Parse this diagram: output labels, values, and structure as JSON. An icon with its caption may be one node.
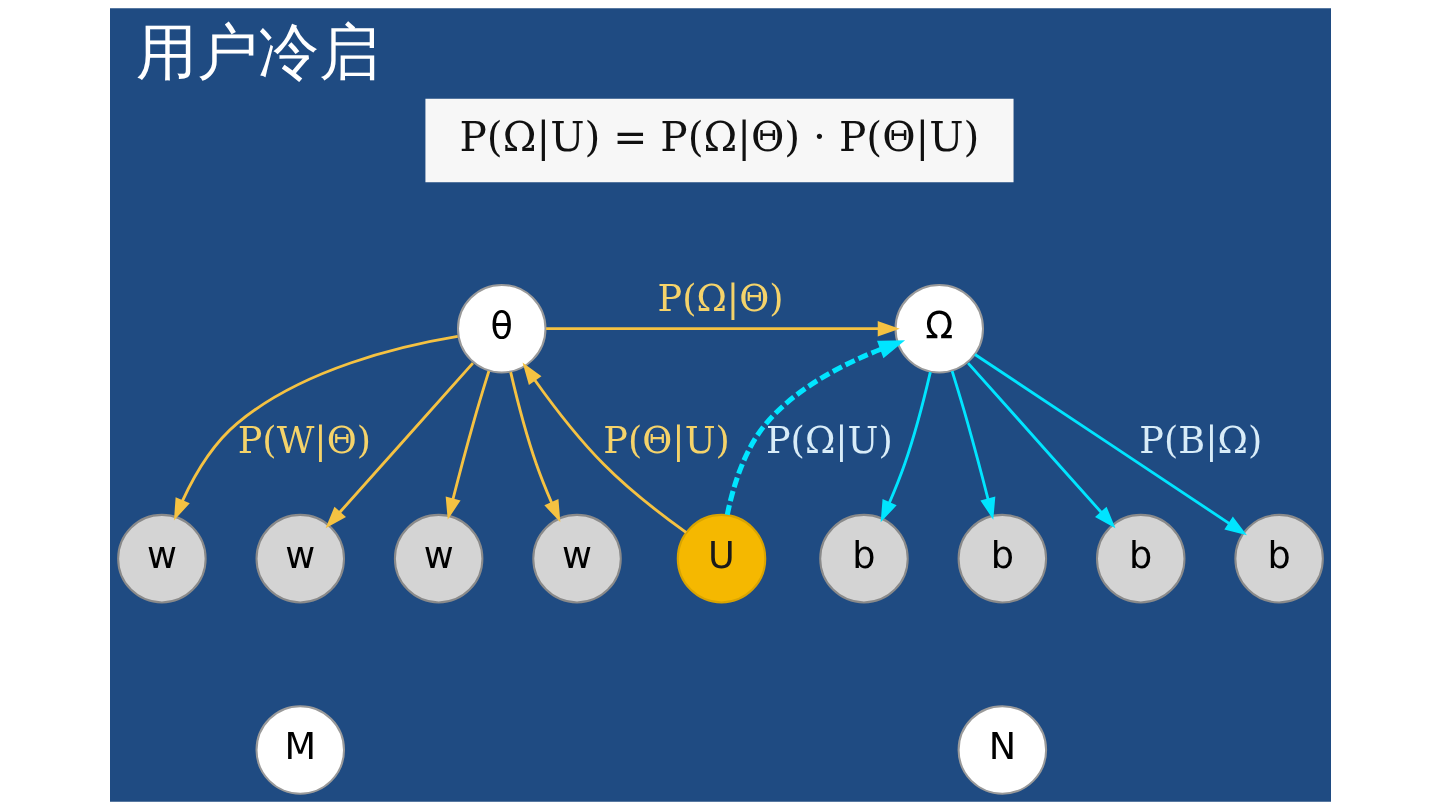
{
  "diagram": {
    "title": "用户冷启",
    "nodes": [
      {
        "text": [
          "θ"
        ]
      },
      {
        "text": [
          "Ω"
        ]
      },
      {
        "text": [
          "w"
        ]
      },
      {
        "text": [
          "w"
        ]
      },
      {
        "text": [
          "w"
        ]
      },
      {
        "text": [
          "w"
        ]
      },
      {
        "text": [
          "U"
        ]
      },
      {
        "text": [
          "b"
        ]
      },
      {
        "text": [
          "b"
        ]
      },
      {
        "text": [
          "b"
        ]
      },
      {
        "text": [
          "b"
        ]
      },
      {
        "text": [
          "M"
        ]
      },
      {
        "text": [
          "N"
        ]
      },
      {
        "text": [
          "P(Ω|U) = P(Ω|Θ) · P(Θ|U)"
        ]
      }
    ],
    "edges": [
      {
        "from": 0,
        "to": 1,
        "arrow": "to",
        "label": "P(Ω|Θ)"
      },
      {
        "from": 0,
        "to": 2,
        "arrow": "to",
        "label": "P(W|Θ)"
      },
      {
        "from": 0,
        "to": 3,
        "arrow": "to"
      },
      {
        "from": 0,
        "to": 4,
        "arrow": "to"
      },
      {
        "from": 0,
        "to": 5,
        "arrow": "to"
      },
      {
        "from": 6,
        "to": 0,
        "arrow": "to",
        "label": "P(Θ|U)"
      },
      {
        "from": 6,
        "to": 1,
        "arrow": "to",
        "label": "P(Ω|U)",
        "style": "dashed",
        "color": "#00e5ff"
      },
      {
        "from": 1,
        "to": 7,
        "arrow": "to",
        "color": "#00e5ff"
      },
      {
        "from": 1,
        "to": 8,
        "arrow": "to",
        "color": "#00e5ff"
      },
      {
        "from": 1,
        "to": 9,
        "arrow": "to",
        "color": "#00e5ff"
      },
      {
        "from": 1,
        "to": 10,
        "arrow": "to",
        "color": "#00e5ff",
        "label": "P(B|Ω)"
      }
    ]
  }
}
